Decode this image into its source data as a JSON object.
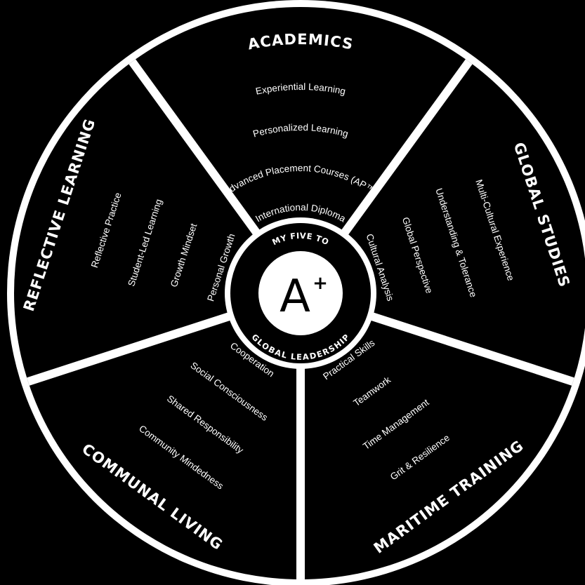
{
  "colors": {
    "background": "#000000",
    "ink": "#ffffff"
  },
  "hub": {
    "top_text": "MY FIVE TO",
    "grade": "A",
    "grade_plus": "+",
    "bottom_text": "GLOBAL LEADERSHIP"
  },
  "segments": [
    {
      "title": "ACADEMICS",
      "items": [
        "Experiential Learning",
        "Personalized Learning",
        "Advanced Placement Courses (AP™)",
        "International Diploma"
      ]
    },
    {
      "title": "GLOBAL STUDIES",
      "items": [
        "Multi-Cultural Experience",
        "Understanding & Tolerance",
        "Global Perspective",
        "Cultural Analysis"
      ]
    },
    {
      "title": "MARITIME TRAINING",
      "items": [
        "Grit & Resilience",
        "Time Management",
        "Teamwork",
        "Practical Skills"
      ]
    },
    {
      "title": "COMMUNAL LIVING",
      "items": [
        "Community Mindedness",
        "Shared Responsibility",
        "Social Consciousness",
        "Cooperation"
      ]
    },
    {
      "title": "REFLECTIVE LEARNING",
      "items": [
        "Reflective Practice",
        "Student-Led Learning",
        "Growth Mindset",
        "Personal Growth"
      ]
    }
  ]
}
